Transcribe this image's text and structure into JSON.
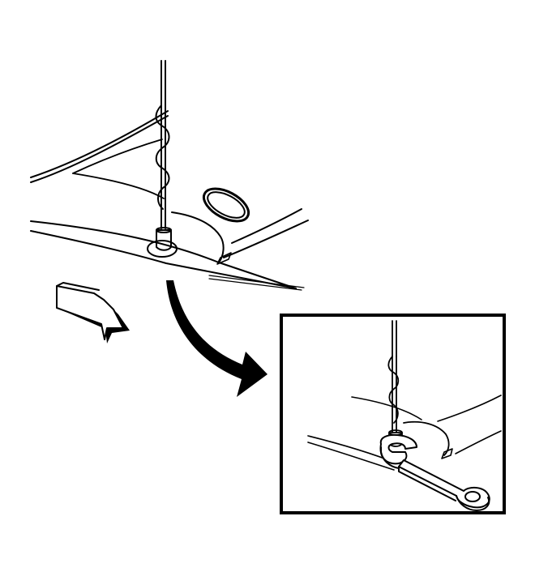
{
  "diagram": {
    "background_color": "#ffffff",
    "line_color": "#000000",
    "elements": {
      "antenna_mast": "antenna-mast",
      "fender_panel": "fender-panel",
      "oval_opening": "oval-opening",
      "direction_arrow": "forward-direction-arrow",
      "callout_arrow": "detail-callout-arrow",
      "detail_inset": "detail-inset-frame",
      "wrench": "open-end-wrench"
    }
  }
}
